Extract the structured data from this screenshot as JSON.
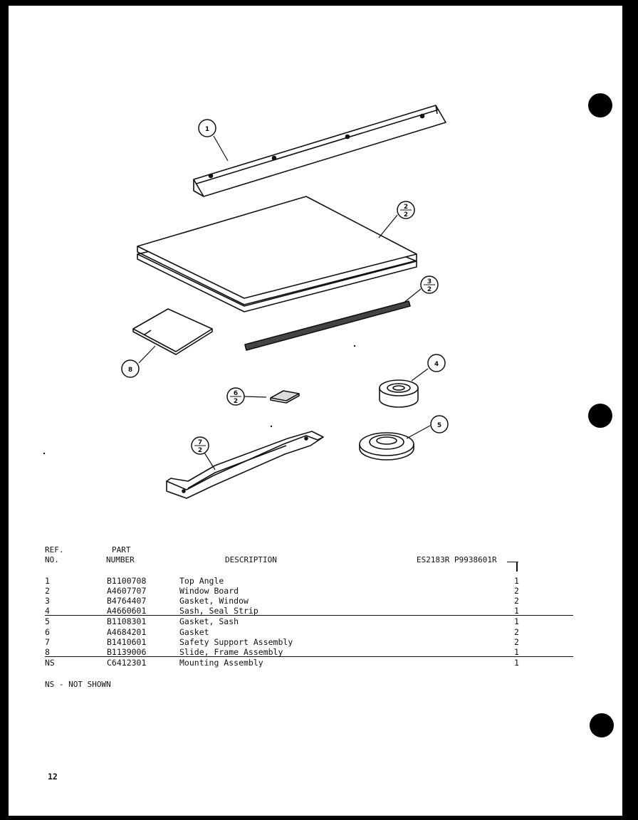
{
  "callouts": [
    {
      "ref": "1",
      "qty": ""
    },
    {
      "ref": "2",
      "qty": "2"
    },
    {
      "ref": "3",
      "qty": "2"
    },
    {
      "ref": "4",
      "qty": ""
    },
    {
      "ref": "5",
      "qty": ""
    },
    {
      "ref": "6",
      "qty": "2"
    },
    {
      "ref": "7",
      "qty": "2"
    },
    {
      "ref": "8",
      "qty": ""
    }
  ],
  "table": {
    "headers": {
      "ref_line1": "REF.",
      "ref_line2": "NO.",
      "part_line1": "PART",
      "part_line2": "NUMBER",
      "description": "DESCRIPTION",
      "model": "ES2183R P9938601R"
    },
    "rows": [
      {
        "ref": "1",
        "part": "B1100708",
        "description": "Top Angle",
        "qty": "1"
      },
      {
        "ref": "2",
        "part": "A4607707",
        "description": "Window Board",
        "qty": "2"
      },
      {
        "ref": "3",
        "part": "B4764407",
        "description": "Gasket, Window",
        "qty": "2"
      },
      {
        "ref": "4",
        "part": "A4660601",
        "description": "Sash, Seal Strip",
        "qty": "1"
      },
      {
        "ref": "5",
        "part": "B1108301",
        "description": "Gasket, Sash",
        "qty": "1"
      },
      {
        "ref": "6",
        "part": "A4684201",
        "description": "Gasket",
        "qty": "2"
      },
      {
        "ref": "7",
        "part": "B1410601",
        "description": "Safety Support Assembly",
        "qty": "2"
      },
      {
        "ref": "8",
        "part": "B1139006",
        "description": "Slide, Frame Assembly",
        "qty": "1"
      },
      {
        "ref": "NS",
        "part": "C6412301",
        "description": "Mounting Assembly",
        "qty": "1"
      }
    ],
    "footnote": "NS - NOT SHOWN"
  },
  "page_number": "12"
}
